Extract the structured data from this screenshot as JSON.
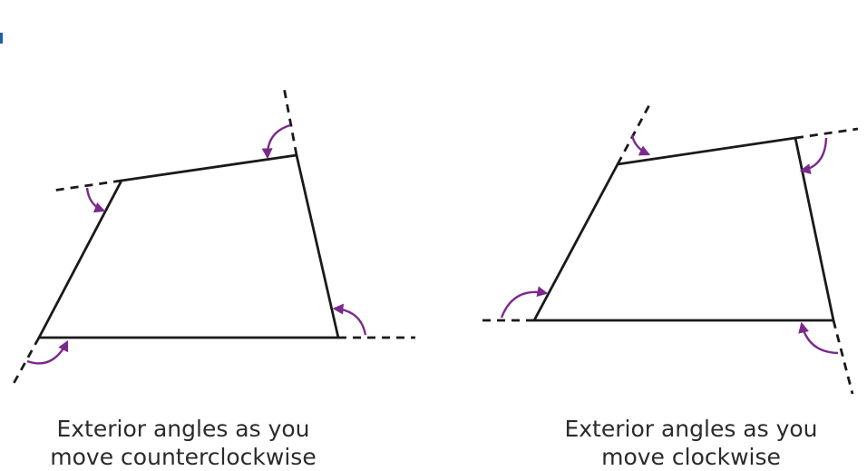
{
  "diagrams": [
    {
      "caption_lines": [
        "Exterior angles as you",
        "move counterclockwise"
      ]
    },
    {
      "caption_lines": [
        "Exterior angles as you",
        "move clockwise"
      ]
    }
  ],
  "colors": {
    "outline": "#1a1a1a",
    "arrow": "#7b2a8c",
    "text": "#2b2b2b"
  }
}
